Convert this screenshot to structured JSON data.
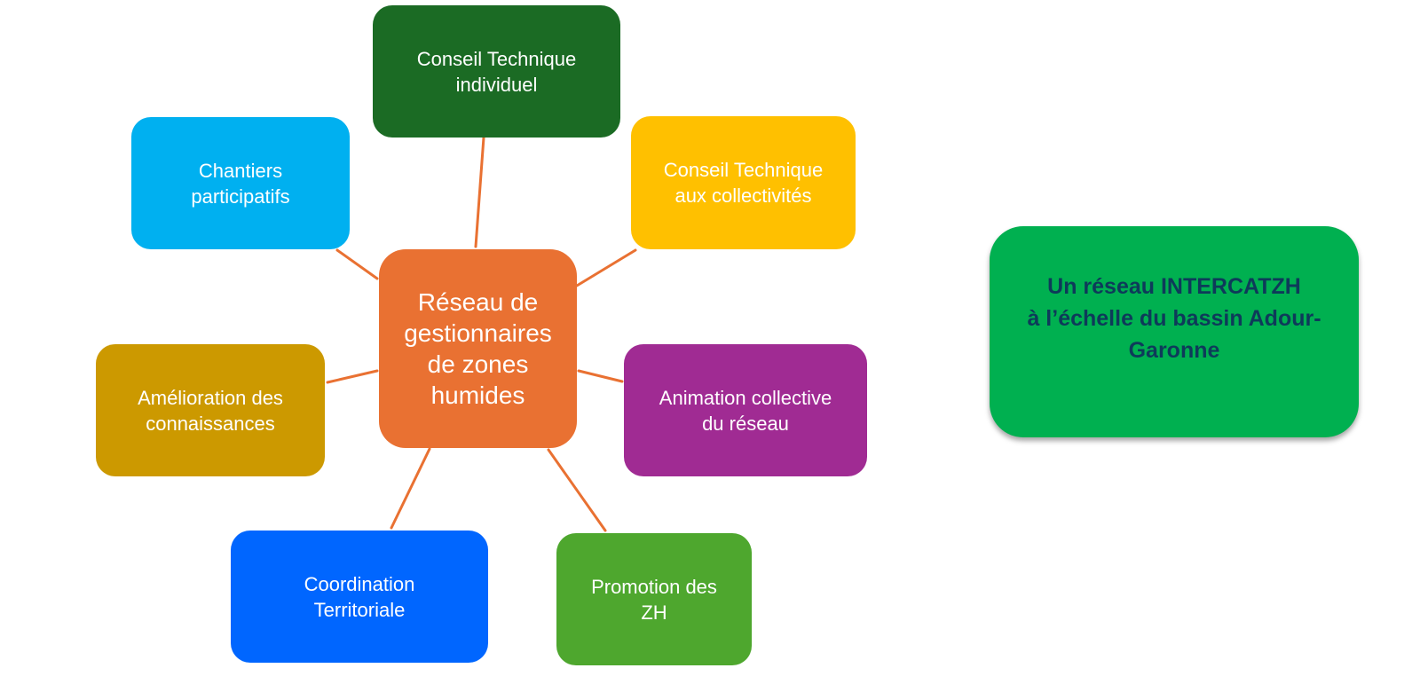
{
  "diagram": {
    "center": {
      "label": "Réseau de\ngestionnaires\nde zones\nhumides",
      "color": "#E97132"
    },
    "connector_color": "#E97132",
    "nodes": [
      {
        "id": "conseil-individuel",
        "label": "Conseil Technique\nindividuel",
        "color": "#1B6B24"
      },
      {
        "id": "conseil-collectivites",
        "label": "Conseil Technique\naux collectivités",
        "color": "#FFC000"
      },
      {
        "id": "animation",
        "label": "Animation collective\ndu réseau",
        "color": "#A02B93"
      },
      {
        "id": "promotion",
        "label": "Promotion des\nZH",
        "color": "#4EA72E"
      },
      {
        "id": "coordination",
        "label": "Coordination\nTerritoriale",
        "color": "#0066FF"
      },
      {
        "id": "amelioration",
        "label": "Amélioration des\nconnaissances",
        "color": "#CC9900"
      },
      {
        "id": "chantiers",
        "label": "Chantiers\nparticipatifs",
        "color": "#00B0F0"
      }
    ]
  },
  "callout": {
    "label": "Un réseau INTERCATZH\nà l’échelle du bassin Adour-\nGaronne",
    "background": "#00B050",
    "text_color": "#0E3A5A"
  }
}
